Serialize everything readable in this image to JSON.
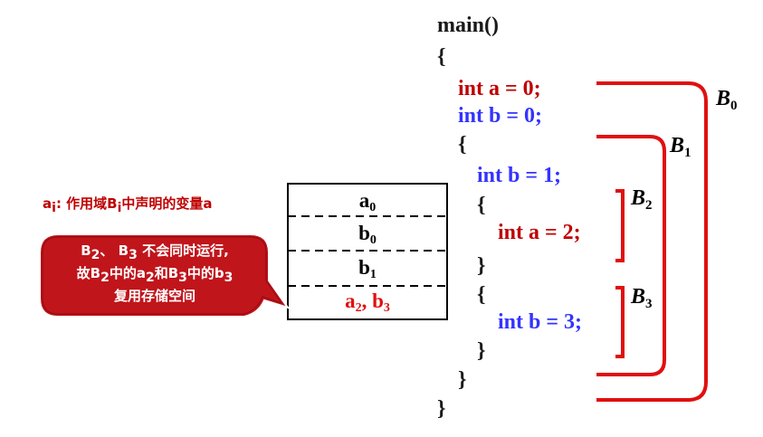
{
  "code": {
    "main": "main()",
    "open_main": "{",
    "int_a0": "int a = 0;",
    "int_b0": "int b = 0;",
    "open_b1": "{",
    "int_b1": "int b = 1;",
    "open_b2": "{",
    "int_a2": "int a = 2;",
    "close_b2": "}",
    "open_b3": "{",
    "int_b3": "int b = 3;",
    "close_b3": "}",
    "close_b1": "}",
    "close_main": "}"
  },
  "scopes": {
    "b0": {
      "letter": "B",
      "sub": "0"
    },
    "b1": {
      "letter": "B",
      "sub": "1"
    },
    "b2": {
      "letter": "B",
      "sub": "2"
    },
    "b3": {
      "letter": "B",
      "sub": "3"
    }
  },
  "storage": {
    "row1": {
      "base": "a",
      "sub": "0"
    },
    "row2": {
      "base": "b",
      "sub": "0"
    },
    "row3": {
      "base": "b",
      "sub": "1"
    },
    "row4": {
      "a": "a",
      "a_sub": "2",
      "sep": ", ",
      "b": "b",
      "b_sub": "3"
    }
  },
  "note": {
    "a": "a",
    "sub": "i",
    "colon": ": ",
    "mid1": "作用域B",
    "mid_sub": "i",
    "mid2": "中声明的变量a"
  },
  "callout": {
    "line1": {
      "b2": "B",
      "b2_sub": "2",
      "sep": "、 ",
      "b3": "B",
      "b3_sub": "3",
      "rest": " 不会同时运行,"
    },
    "line2": {
      "pre": "故B",
      "sub1": "2",
      "mid1": "中的a",
      "sub2": "2",
      "mid2": "和B",
      "sub3": "3",
      "mid3": "中的b",
      "sub4": "3"
    },
    "line3": "复用存储空间"
  },
  "colors": {
    "red": "#c00000",
    "blue": "#3333ff",
    "bracket": "#e01010",
    "callout_fill": "#c0151b"
  }
}
